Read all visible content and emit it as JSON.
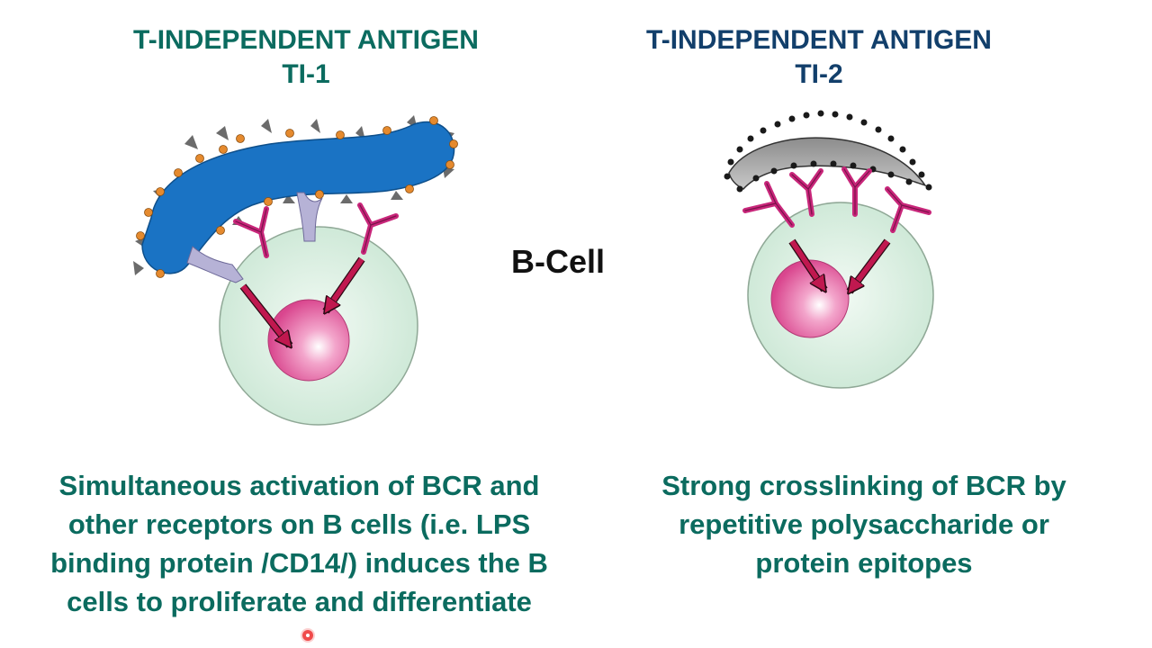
{
  "left_panel": {
    "title_line1": "T-INDEPENDENT ANTIGEN",
    "title_line2": "TI-1",
    "description_lines": [
      "Simultaneous activation of BCR and",
      "other receptors on B cells (i.e. LPS",
      "binding protein /CD14/) induces the B",
      "cells to proliferate and differentiate"
    ]
  },
  "right_panel": {
    "title_line1": "T-INDEPENDENT ANTIGEN",
    "title_line2": "TI-2",
    "description_lines": [
      "Strong crosslinking of  BCR by",
      "repetitive polysaccharide or",
      "protein epitopes"
    ]
  },
  "center_label": "B-Cell",
  "colors": {
    "left_title": "#0b6b5f",
    "right_title": "#123f6b",
    "description": "#0b6b5f",
    "antigen_ti1": "#1a73c4",
    "antigen_ti2": "#b3b3b3",
    "receptor": "#c8267a",
    "cd14": "#b6b2d6",
    "cell": "#d6efdf",
    "nucleus": "#e86aa8",
    "arrow": "#c0184f"
  }
}
